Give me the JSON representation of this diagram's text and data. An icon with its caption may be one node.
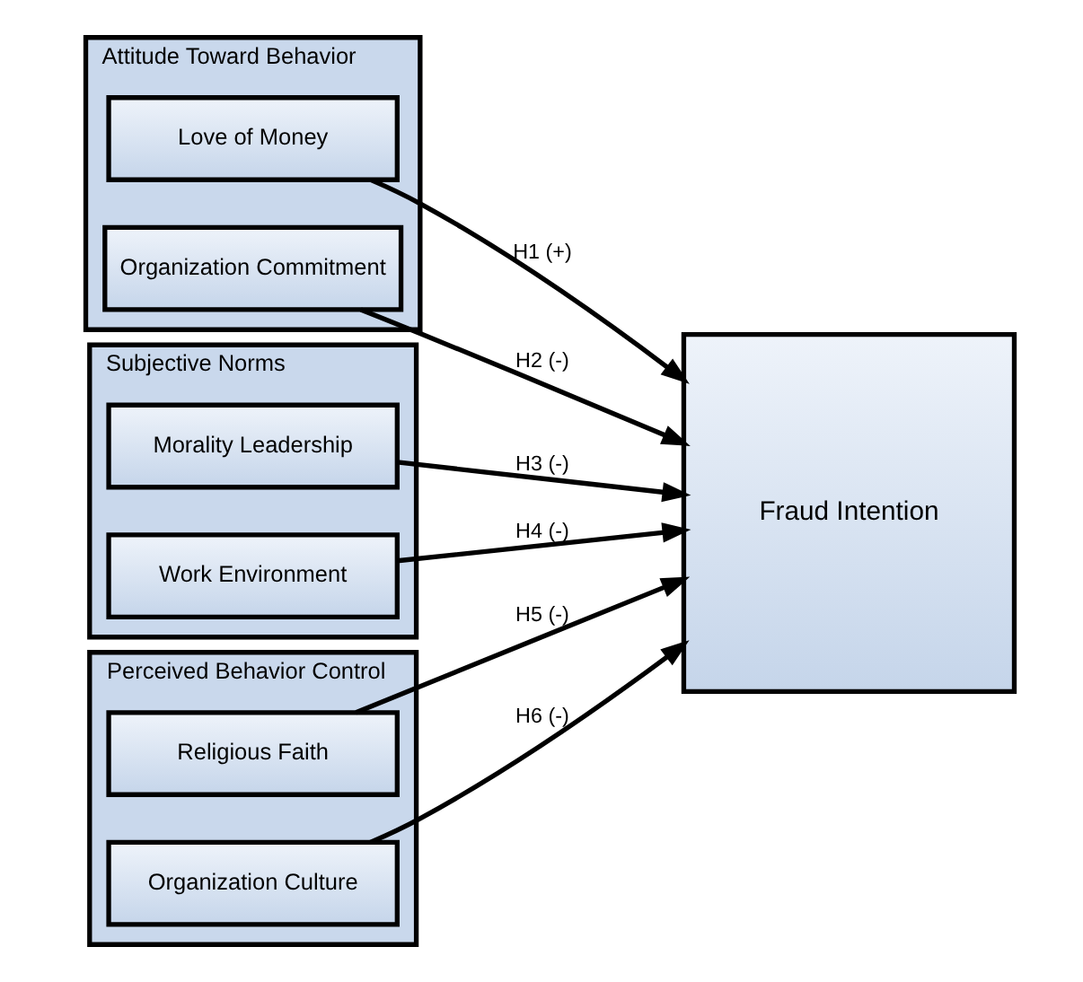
{
  "diagram": {
    "nodes": [
      {
        "text": [
          "Attitude Toward Behavior"
        ]
      },
      {
        "text": [
          "Love of Money"
        ],
        "in": 0
      },
      {
        "text": [
          "Organization Commitment"
        ],
        "in": 0
      },
      {
        "text": [
          "Subjective Norms"
        ]
      },
      {
        "text": [
          "Morality Leadership"
        ],
        "in": 3
      },
      {
        "text": [
          "Work Environment"
        ],
        "in": 3
      },
      {
        "text": [
          "Perceived Behavior Control"
        ]
      },
      {
        "text": [
          "Religious Faith"
        ],
        "in": 6
      },
      {
        "text": [
          "Organization Culture"
        ],
        "in": 6
      },
      {
        "text": [
          "Fraud Intention"
        ]
      }
    ],
    "edges": [
      {
        "from": 1,
        "to": 9,
        "arrow": "to",
        "label": "H1 (+)"
      },
      {
        "from": 2,
        "to": 9,
        "arrow": "to",
        "label": "H2 (-)"
      },
      {
        "from": 4,
        "to": 9,
        "arrow": "to",
        "label": "H3 (-)"
      },
      {
        "from": 5,
        "to": 9,
        "arrow": "to",
        "label": "H4 (-)"
      },
      {
        "from": 7,
        "to": 9,
        "arrow": "to",
        "label": "H5 (-)"
      },
      {
        "from": 8,
        "to": 9,
        "arrow": "to",
        "label": "H6 (-)"
      }
    ]
  }
}
